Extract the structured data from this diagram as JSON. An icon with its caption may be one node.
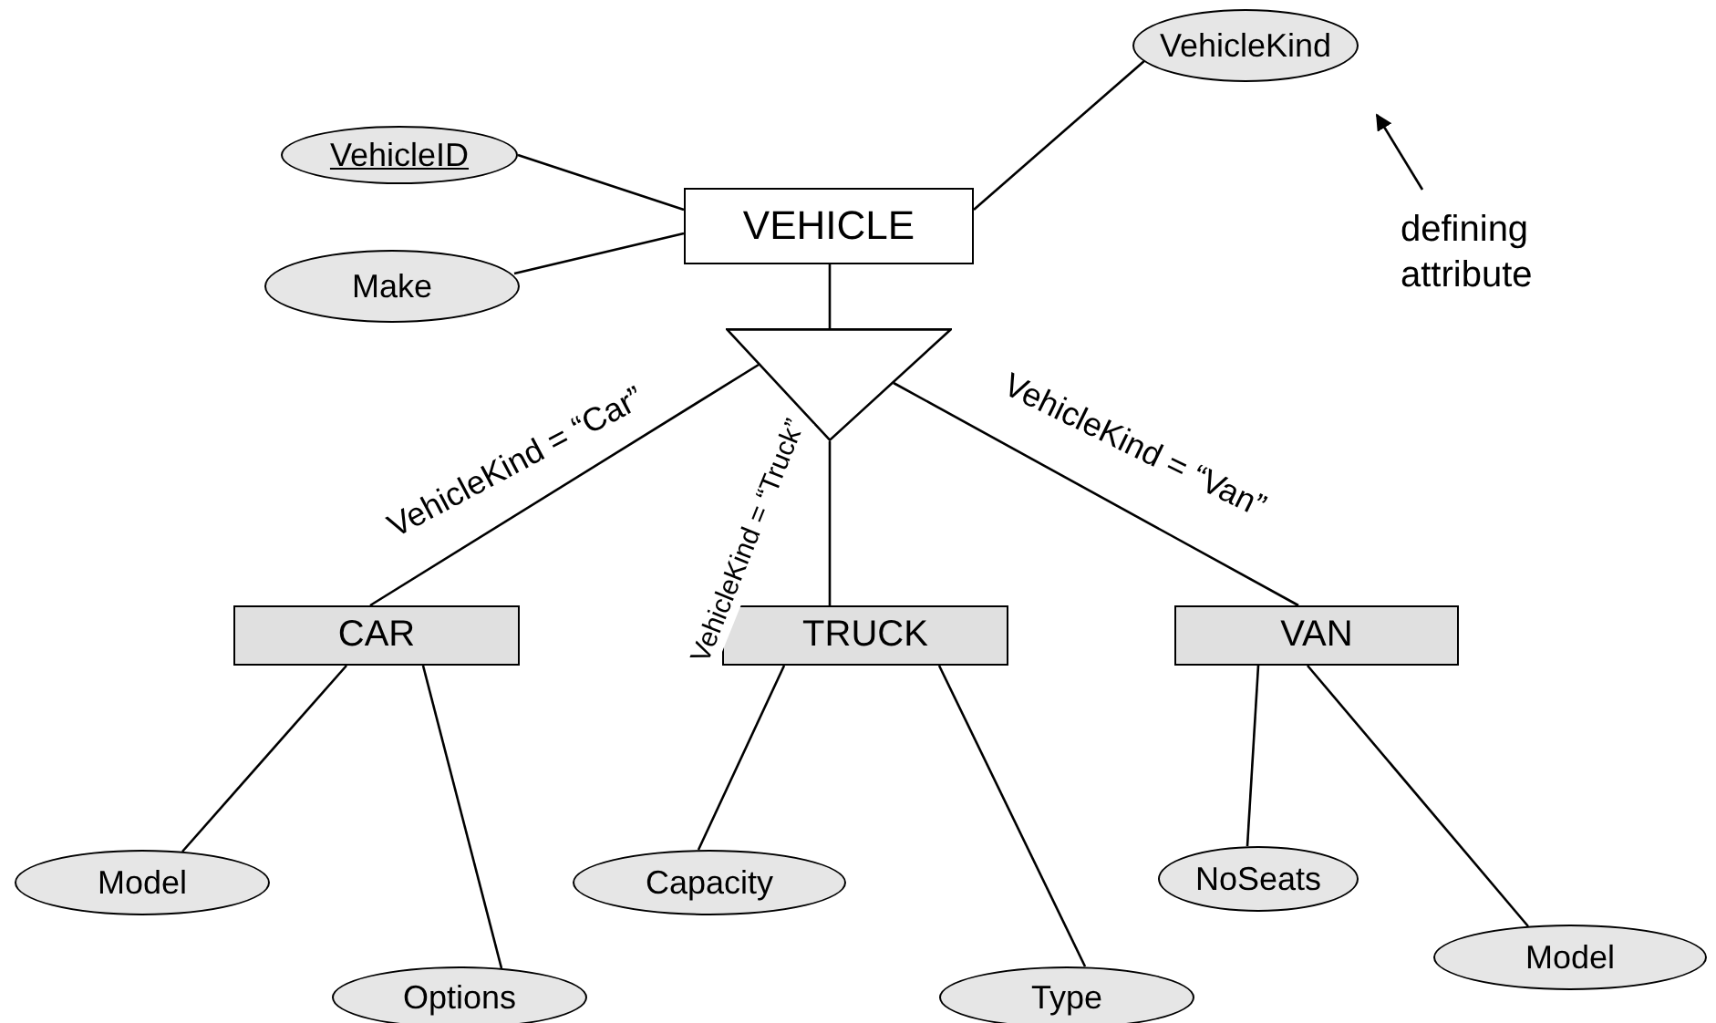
{
  "diagram": {
    "nodes": [
      {
        "text": [
          "VEHICLE"
        ]
      },
      {
        "text": [
          "VehicleID"
        ]
      },
      {
        "text": [
          "Make"
        ]
      },
      {
        "text": [
          "VehicleKind"
        ]
      },
      {
        "text": [],
        "shape": "triangle"
      },
      {
        "text": [
          "CAR"
        ]
      },
      {
        "text": [
          "TRUCK"
        ]
      },
      {
        "text": [
          "VAN"
        ]
      },
      {
        "text": [
          "Model"
        ]
      },
      {
        "text": [
          "Options"
        ]
      },
      {
        "text": [
          "Capacity"
        ]
      },
      {
        "text": [
          "Type"
        ]
      },
      {
        "text": [
          "NoSeats"
        ]
      },
      {
        "text": [
          "Model"
        ]
      },
      {
        "text": [
          "defining attribute"
        ]
      }
    ],
    "edges": [
      {
        "from": 1,
        "to": 0,
        "arrow": "none"
      },
      {
        "from": 2,
        "to": 0,
        "arrow": "none"
      },
      {
        "from": 3,
        "to": 0,
        "arrow": "none"
      },
      {
        "from": 0,
        "to": 4,
        "arrow": "none"
      },
      {
        "from": 4,
        "to": 5,
        "arrow": "none",
        "label": "VehicleKind = “Car”"
      },
      {
        "from": 4,
        "to": 6,
        "arrow": "none",
        "label": "VehicleKind = “Truck”"
      },
      {
        "from": 4,
        "to": 7,
        "arrow": "none",
        "label": "VehicleKind = “Van”"
      },
      {
        "from": 5,
        "to": 8,
        "arrow": "none"
      },
      {
        "from": 5,
        "to": 9,
        "arrow": "none"
      },
      {
        "from": 6,
        "to": 10,
        "arrow": "none"
      },
      {
        "from": 6,
        "to": 11,
        "arrow": "none"
      },
      {
        "from": 7,
        "to": 12,
        "arrow": "none"
      },
      {
        "from": 7,
        "to": 13,
        "arrow": "none"
      },
      {
        "from": 14,
        "to": 3,
        "arrow": "to"
      }
    ]
  }
}
